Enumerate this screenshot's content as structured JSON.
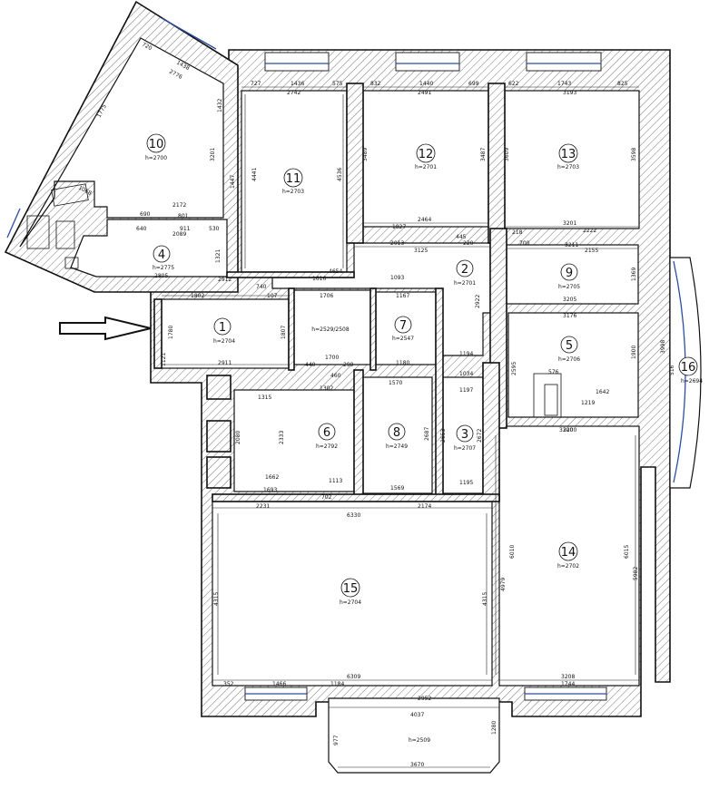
{
  "rooms": [
    {
      "id": "1",
      "num": "1",
      "height": "h=2704"
    },
    {
      "id": "2",
      "num": "2",
      "height": "h=2701"
    },
    {
      "id": "3",
      "num": "3",
      "height": "h=2707"
    },
    {
      "id": "4",
      "num": "4",
      "height": "h=2775"
    },
    {
      "id": "5",
      "num": "5",
      "height": "h=2706"
    },
    {
      "id": "6",
      "num": "6",
      "height": "h=2792"
    },
    {
      "id": "7",
      "num": "7",
      "height": "h=2547"
    },
    {
      "id": "8",
      "num": "8",
      "height": "h=2749"
    },
    {
      "id": "9",
      "num": "9",
      "height": "h=2705"
    },
    {
      "id": "10",
      "num": "10",
      "height": "h=2700"
    },
    {
      "id": "11",
      "num": "11",
      "height": "h=2703"
    },
    {
      "id": "12",
      "num": "12",
      "height": "h=2701"
    },
    {
      "id": "13",
      "num": "13",
      "height": "h=2703"
    },
    {
      "id": "14",
      "num": "14",
      "height": "h=2702"
    },
    {
      "id": "15",
      "num": "15",
      "height": "h=2704"
    },
    {
      "id": "16",
      "num": "16",
      "height": "h=2694"
    },
    {
      "id": "lobby",
      "num": "",
      "height": "h=2529/2508"
    },
    {
      "id": "balcony",
      "num": "",
      "height": "h=2509"
    }
  ],
  "dimensions": {
    "r11_top": [
      "727",
      "1436",
      "575"
    ],
    "r11_w": "2742",
    "r11_h": "4441",
    "r11_h2": "4536",
    "r12_top": [
      "832",
      "1440",
      "699"
    ],
    "r12_w": "2491",
    "r12_bottom": "2464",
    "r12_h": "3489",
    "r12_h2": "3487",
    "r12_s": "1827",
    "r13_top": [
      "622",
      "1743",
      "825"
    ],
    "r13_w": "3193",
    "r13_bottom": "3201",
    "r13_h": "3609",
    "r13_h2": "3598",
    "r13_s": "2222",
    "r9_top": "3211",
    "r9_a": "2155",
    "r9_bottom": "3205",
    "r9_h": "1369",
    "r9_side": "700",
    "r9_s2": "218",
    "r2_a": "3125",
    "r2_b": "2013",
    "r2_c": "220",
    "r2_d": "445",
    "r2_h": "2922",
    "r2_e": "1093",
    "r2_f": "4654",
    "r2_g": "1616",
    "r1_top": "2912",
    "r1_a": "1802",
    "r1_b": "740",
    "r1_c": "107",
    "r1_w": "2911",
    "r1_h": "1780",
    "r1_h2": "1807",
    "r1_s": "1121",
    "r4_a": "2172",
    "r4_b": "2089",
    "r4_c": "2805",
    "r4_d": "690",
    "r4_e": "801",
    "r4_f": "911",
    "r4_g": "530",
    "r4_h": "640",
    "r4_i": "1321",
    "r10_a": "2776",
    "r10_b": "1438",
    "r10_c": "720",
    "r10_d": "1775",
    "r10_e": "3201",
    "r10_f": "1068",
    "r10_g": "1432",
    "r10_h": "1447",
    "lobby_a": "1706",
    "lobby_b": "1700",
    "lobby_c": "460",
    "lobby_d": "440",
    "lobby_e": "299",
    "lobby_f": "1302",
    "r7_a": "1167",
    "r7_b": "1180",
    "r5_a": "3176",
    "r5_b": "576",
    "r5_c": "1642",
    "r5_d": "1219",
    "r5_e": "3200",
    "r5_f": "1900",
    "r5_g": "2595",
    "r6_a": "1315",
    "r6_b": "1662",
    "r6_c": "1113",
    "r6_d": "2080",
    "r6_e": "2333",
    "r6_f": "1693",
    "r8_a": "1570",
    "r8_b": "1569",
    "r8_c": "2687",
    "r3_a": "1194",
    "r3_b": "1034",
    "r3_c": "1197",
    "r3_d": "1195",
    "r3_e": "2653",
    "r3_f": "2672",
    "r14_top": "3200",
    "r14_bottom": "3208",
    "r14_h": "6010",
    "r14_h2": "6015",
    "r14_l": "4979",
    "r14_r": "5982",
    "r14_b": "1744",
    "r15_top": [
      "2231",
      "2174"
    ],
    "r15_w": "6330",
    "r15_bottom": "6309",
    "r15_b": [
      "352",
      "1466",
      "1184"
    ],
    "r15_h": "4315",
    "r15_h2": "4315",
    "r15_m": "702",
    "bal_top": "2952",
    "bal_w": "4037",
    "bal_bottom": "3670",
    "bal_a": "1280",
    "bal_b": "977",
    "r16_a": "3998",
    "r16_b": "516"
  },
  "style": {
    "hatch_color": "#777777",
    "window_color": "#2a4fa0",
    "arrow_color": "#111111"
  }
}
